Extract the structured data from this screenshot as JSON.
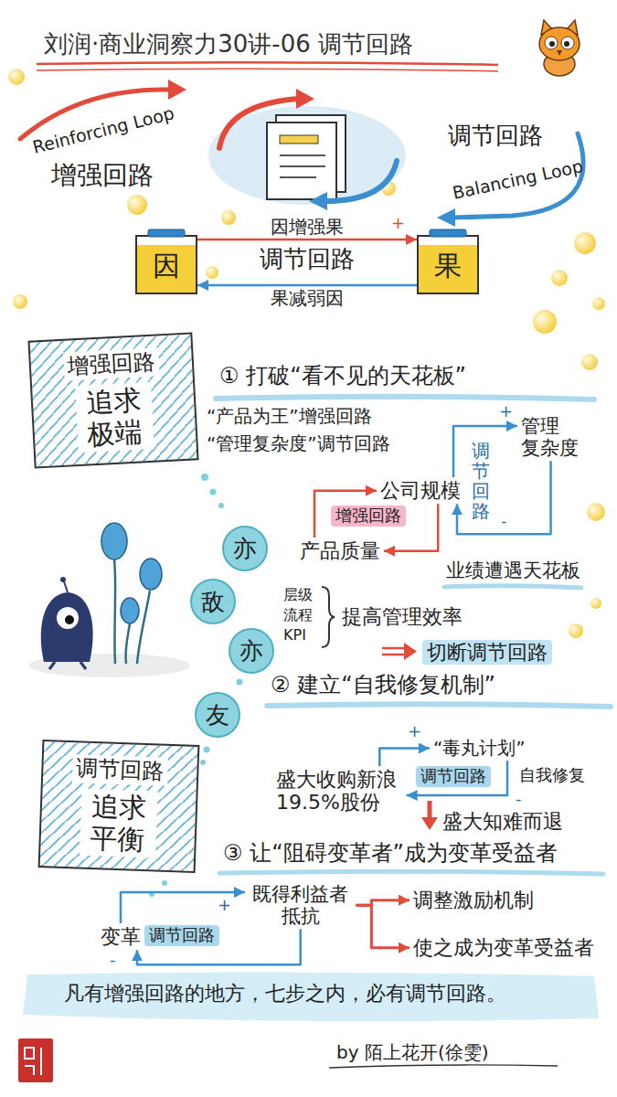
{
  "diagram": {
    "title": "刘润·商业洞察力30讲-06 调节回路",
    "nodes": [
      {
        "text": [
          "因"
        ]
      },
      {
        "text": [
          "果"
        ]
      },
      {
        "text": [
          "增强回路",
          "追求 极端"
        ]
      },
      {
        "text": [
          "管理 复杂度"
        ]
      },
      {
        "text": [
          "公司规模"
        ]
      },
      {
        "text": [
          "产品质量"
        ]
      },
      {
        "text": [
          "亦"
        ]
      },
      {
        "text": [
          "敌"
        ]
      },
      {
        "text": [
          "亦"
        ]
      },
      {
        "text": [
          "友"
        ]
      },
      {
        "text": [
          "“毒丸计划”"
        ]
      },
      {
        "text": [
          "调节回路",
          "追求 平衡"
        ]
      },
      {
        "text": [
          "盛大收购新浪 19.5%股份"
        ]
      },
      {
        "text": [
          "既得利益者 抵抗"
        ]
      },
      {
        "text": [
          "变革"
        ]
      },
      {
        "text": [
          "调整激励机制"
        ]
      },
      {
        "text": [
          "使之成为变革受益者"
        ]
      }
    ],
    "edges": [
      {
        "from": 0,
        "to": 1,
        "arrow": "to",
        "label": "因增强果"
      },
      {
        "from": 1,
        "to": 0,
        "arrow": "to",
        "label": "果减弱因"
      },
      {
        "from": 4,
        "to": 3,
        "arrow": "to"
      },
      {
        "from": 3,
        "to": 4,
        "arrow": "to"
      },
      {
        "from": 5,
        "to": 4,
        "arrow": "to"
      },
      {
        "from": 4,
        "to": 5,
        "arrow": "to"
      },
      {
        "from": 12,
        "to": 10,
        "arrow": "to"
      },
      {
        "from": 10,
        "to": 12,
        "arrow": "to"
      },
      {
        "from": 14,
        "to": 13,
        "arrow": "to"
      },
      {
        "from": 13,
        "to": 14,
        "arrow": "to"
      },
      {
        "from": 13,
        "to": 15,
        "arrow": "to"
      },
      {
        "from": 13,
        "to": 16,
        "arrow": "to"
      }
    ],
    "labels": [
      "Reinforcing Loop",
      "增强回路",
      "调节回路",
      "Balancing Loop",
      "调节回路",
      "+",
      "① 打破“看不见的天花板”",
      "“产品为王”增强回路",
      "“管理复杂度”调节回路",
      "增强回路",
      "调节回路",
      "+",
      "-",
      "业绩遭遇天花板",
      "层级",
      "流程",
      "KPI",
      "提高管理效率",
      "切断调节回路",
      "② 建立“自我修复机制”",
      "+",
      "调节回路",
      "自我修复",
      "-",
      "盛大知难而退",
      "③ 让“阻碍变革者”成为变革受益者",
      "调节回路",
      "+",
      "-",
      "凡有增强回路的地方，七步之内，必有调节回路。",
      "by 陌上花开(徐雯)"
    ]
  }
}
